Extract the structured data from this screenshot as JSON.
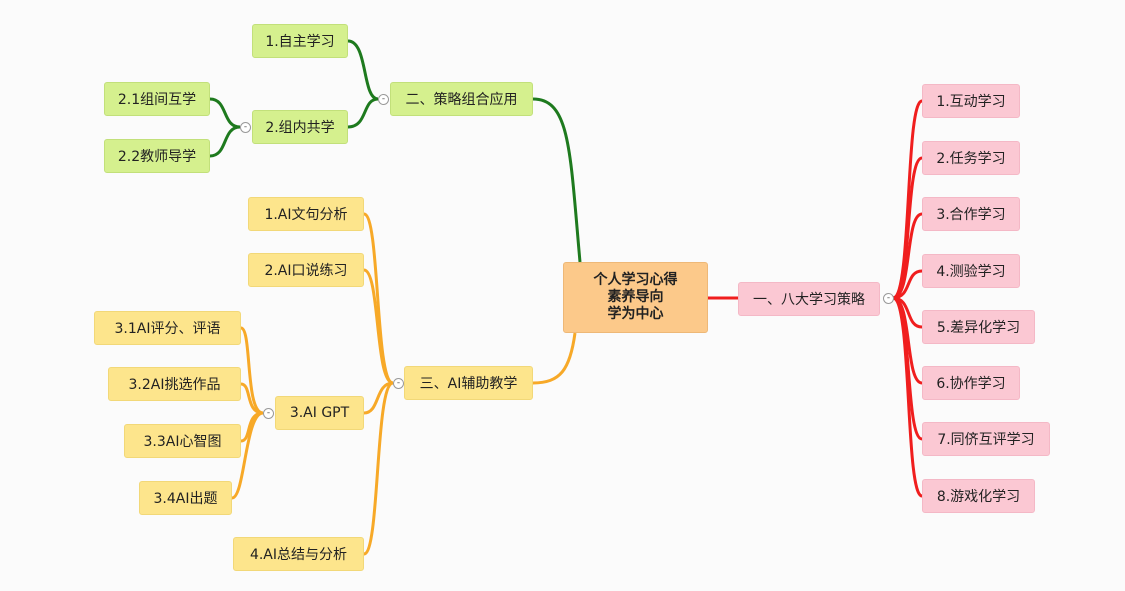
{
  "root": {
    "line1": "个人学习心得",
    "line2": "素养导向",
    "line3": "学为中心"
  },
  "branch1": {
    "label": "一、八大学习策略",
    "children": [
      "1.互动学习",
      "2.任务学习",
      "3.合作学习",
      "4.测验学习",
      "5.差异化学习",
      "6.协作学习",
      "7.同侪互评学习",
      "8.游戏化学习"
    ]
  },
  "branch2": {
    "label": "二、策略组合应用",
    "children": [
      "1.自主学习",
      "2.组内共学"
    ],
    "sub": [
      "2.1组间互学",
      "2.2教师导学"
    ]
  },
  "branch3": {
    "label": "三、AI辅助教学",
    "children": [
      "1.AI文句分析",
      "2.AI口说练习",
      "3.AI GPT",
      "4.AI总结与分析"
    ],
    "sub": [
      "3.1AI评分、评语",
      "3.2AI挑选作品",
      "3.3AI心智图",
      "3.4AI出题"
    ]
  },
  "collapse_symbol": "-",
  "colors": {
    "green": "#1e7a1e",
    "orange": "#f7a928",
    "red": "#f01e1e"
  }
}
